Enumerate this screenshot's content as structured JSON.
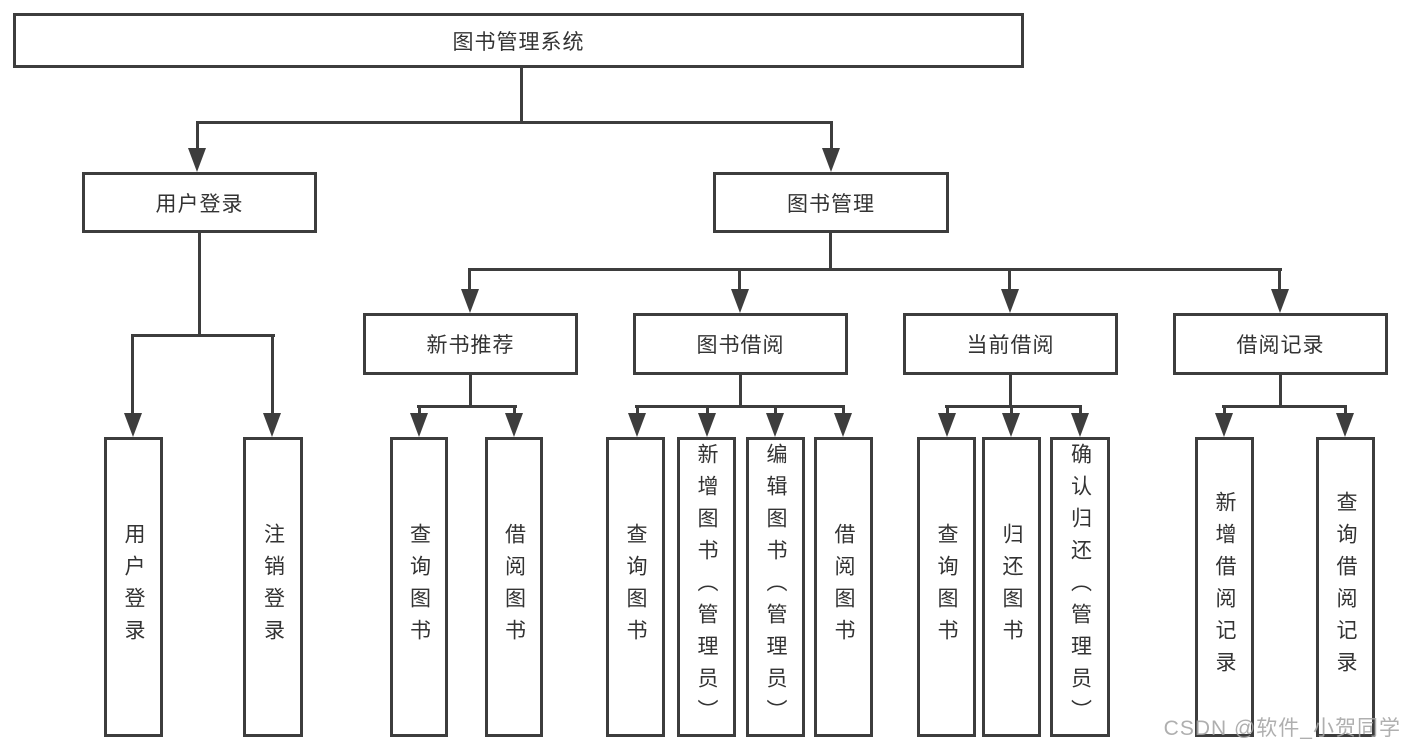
{
  "title": "图书管理系统",
  "tree": {
    "root": {
      "label": "图书管理系统",
      "children": [
        {
          "label": "用户登录",
          "children": [
            {
              "label": "用户登录"
            },
            {
              "label": "注销登录"
            }
          ]
        },
        {
          "label": "图书管理",
          "children": [
            {
              "label": "新书推荐",
              "children": [
                {
                  "label": "查询图书"
                },
                {
                  "label": "借阅图书"
                }
              ]
            },
            {
              "label": "图书借阅",
              "children": [
                {
                  "label": "查询图书"
                },
                {
                  "label": "新增图书（管理员）"
                },
                {
                  "label": "编辑图书（管理员）"
                },
                {
                  "label": "借阅图书"
                }
              ]
            },
            {
              "label": "当前借阅",
              "children": [
                {
                  "label": "查询图书"
                },
                {
                  "label": "归还图书"
                },
                {
                  "label": "确认归还（管理员）"
                }
              ]
            },
            {
              "label": "借阅记录",
              "children": [
                {
                  "label": "新增借阅记录"
                },
                {
                  "label": "查询借阅记录"
                }
              ]
            }
          ]
        }
      ]
    }
  },
  "watermark": {
    "text": "CSDN @软件_小贺同学"
  },
  "colors": {
    "line": "#3d3d3d",
    "text": "#333333",
    "background": "#ffffff",
    "watermark": "#a5a5a5"
  }
}
